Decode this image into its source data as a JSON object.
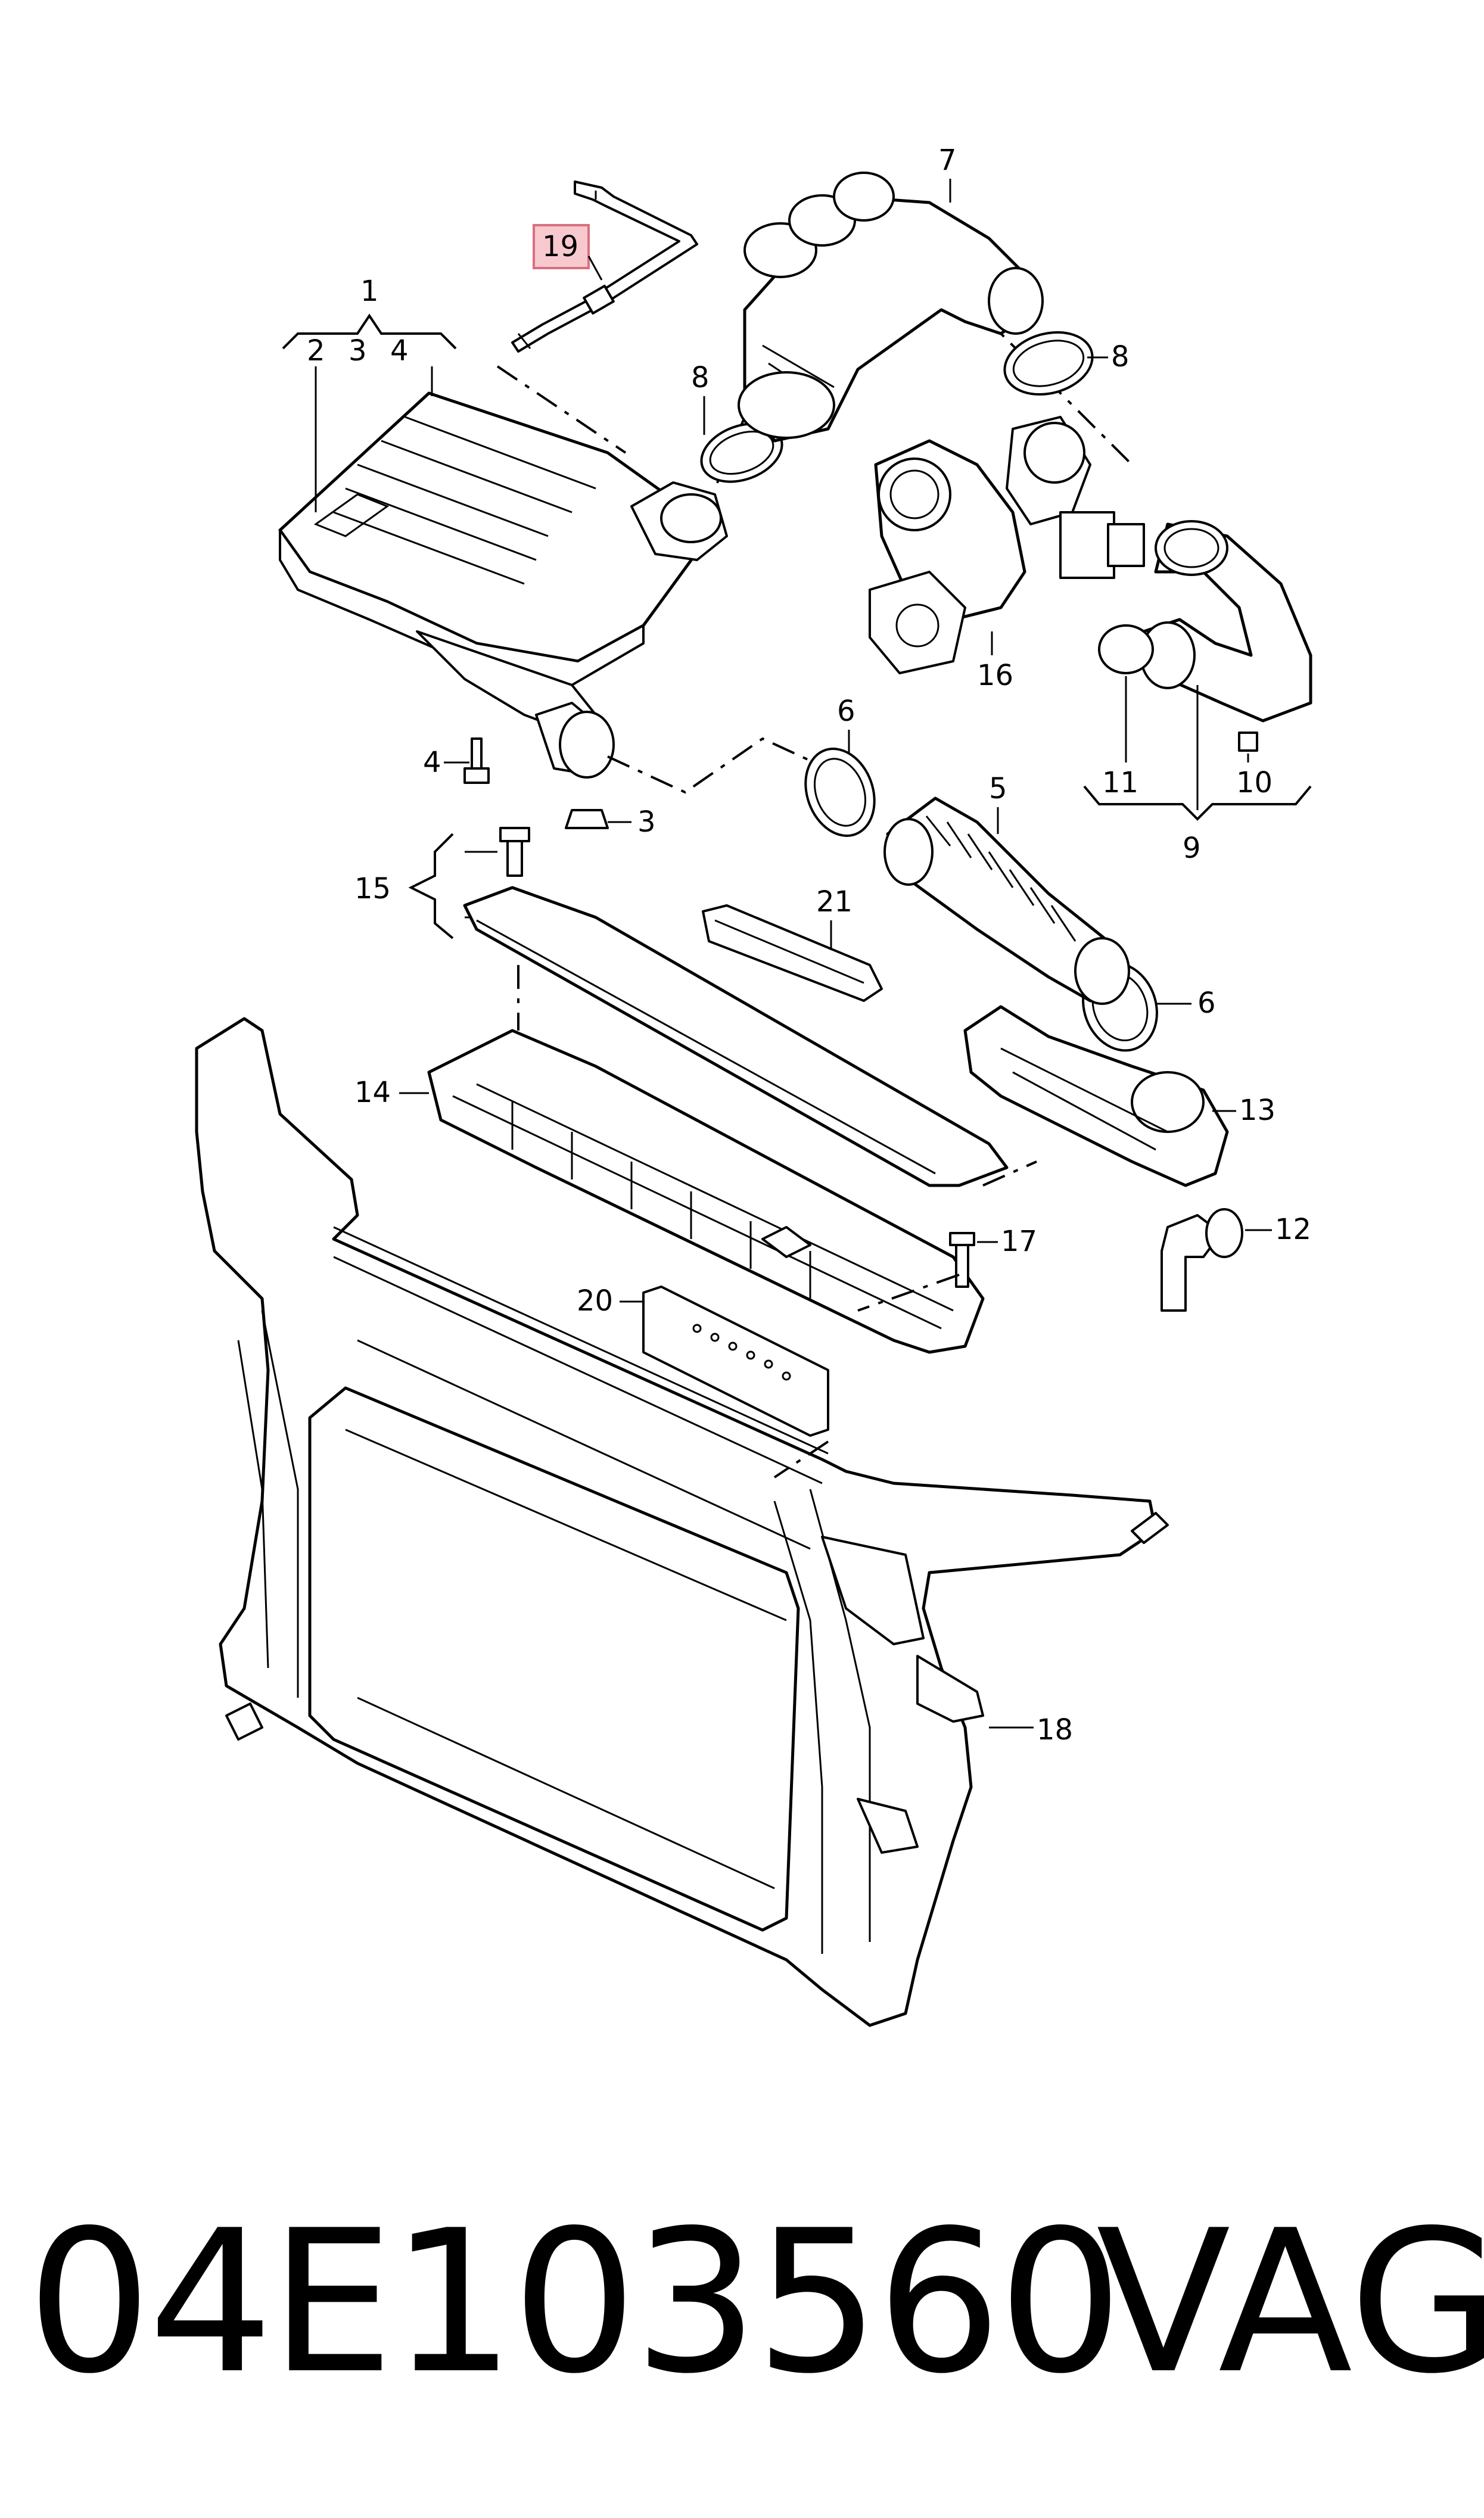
{
  "diagram": {
    "callouts": {
      "c1": "1",
      "c2": "2",
      "c3": "3",
      "c4": "4",
      "c4b": "4",
      "c3b": "3",
      "c5": "5",
      "c6a": "6",
      "c6b": "6",
      "c7": "7",
      "c8a": "8",
      "c8b": "8",
      "c9": "9",
      "c10": "10",
      "c11": "11",
      "c12": "12",
      "c13": "13",
      "c14": "14",
      "c15": "15",
      "c16": "16",
      "c17": "17",
      "c18": "18",
      "c19": "19",
      "c20": "20",
      "c21": "21"
    },
    "highlight_color": "#f7c9cf"
  },
  "footer": {
    "part_number": "04E103560",
    "brand": "VAG"
  }
}
